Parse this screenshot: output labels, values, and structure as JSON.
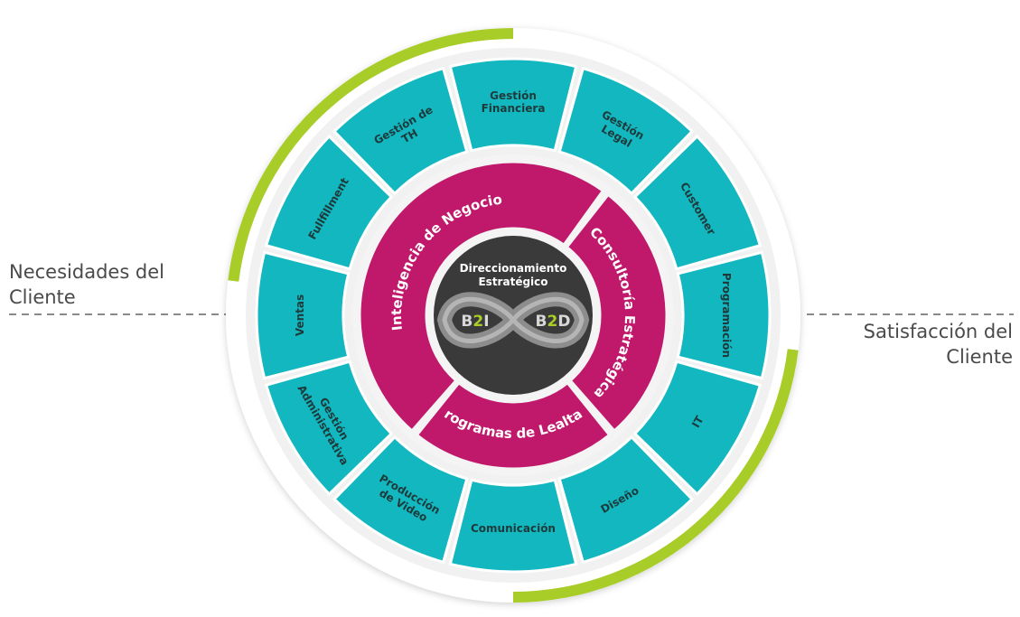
{
  "labels": {
    "left": [
      "Necesidades del",
      "Cliente"
    ],
    "right": [
      "Satisfacción del",
      "Cliente"
    ]
  },
  "center": {
    "title_lines": [
      "Direccionamiento",
      "Estratégico"
    ],
    "logo_left": "B2I",
    "logo_right": "B2D",
    "logo_left_highlight": "2",
    "logo_right_highlight": "2"
  },
  "middle_ring": [
    "Inteligencia de Negocio",
    "Consultoría Estratégica",
    "Programas de Lealtad"
  ],
  "outer_ring": [
    [
      "Gestión",
      "Financiera"
    ],
    [
      "Gestión",
      "Legal"
    ],
    [
      "Customer"
    ],
    [
      "Programación"
    ],
    [
      "IT"
    ],
    [
      "Diseño"
    ],
    [
      "Comunicación"
    ],
    [
      "Producción",
      "de Video"
    ],
    [
      "Gestión",
      "Administrativa"
    ],
    [
      "Ventas"
    ],
    [
      "Fullfillment"
    ],
    [
      "Gestión de",
      "TH"
    ]
  ],
  "colors": {
    "teal": "#12b7c0",
    "magenta": "#c0196c",
    "lime": "#a8cc28",
    "dark": "#3a3a3a",
    "gray_ring": "#efefef"
  }
}
